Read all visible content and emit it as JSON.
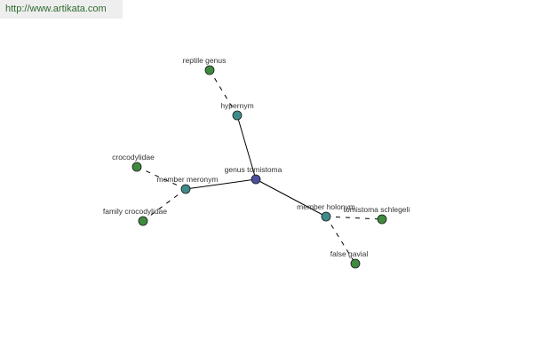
{
  "header": {
    "url": "http://www.artikata.com"
  },
  "colors": {
    "center_node": "#4a4f9e",
    "relation_node": "#3f8c8a",
    "leaf_node": "#3f8a3f",
    "edge": "#000000",
    "url_text": "#2f6b2f"
  },
  "graph": {
    "nodes": [
      {
        "id": "center",
        "label": "genus tomistoma",
        "kind": "center"
      },
      {
        "id": "hypernym",
        "label": "hypernym",
        "kind": "relation"
      },
      {
        "id": "meronym",
        "label": "member meronym",
        "kind": "relation"
      },
      {
        "id": "holonym",
        "label": "member holonym",
        "kind": "relation"
      },
      {
        "id": "reptile",
        "label": "reptile genus",
        "kind": "leaf"
      },
      {
        "id": "crocodylidae",
        "label": "crocodylidae",
        "kind": "leaf"
      },
      {
        "id": "family",
        "label": "family crocodylidae",
        "kind": "leaf"
      },
      {
        "id": "schlegeli",
        "label": "tomistoma schlegeli",
        "kind": "leaf"
      },
      {
        "id": "gavial",
        "label": "false gavial",
        "kind": "leaf"
      }
    ],
    "edges": [
      {
        "from": "center",
        "to": "hypernym",
        "style": "solid"
      },
      {
        "from": "center",
        "to": "meronym",
        "style": "solid"
      },
      {
        "from": "center",
        "to": "holonym",
        "style": "solid"
      },
      {
        "from": "hypernym",
        "to": "reptile",
        "style": "dashed"
      },
      {
        "from": "meronym",
        "to": "crocodylidae",
        "style": "dashed"
      },
      {
        "from": "meronym",
        "to": "family",
        "style": "dashed"
      },
      {
        "from": "holonym",
        "to": "schlegeli",
        "style": "dashed"
      },
      {
        "from": "holonym",
        "to": "gavial",
        "style": "dashed"
      }
    ]
  }
}
